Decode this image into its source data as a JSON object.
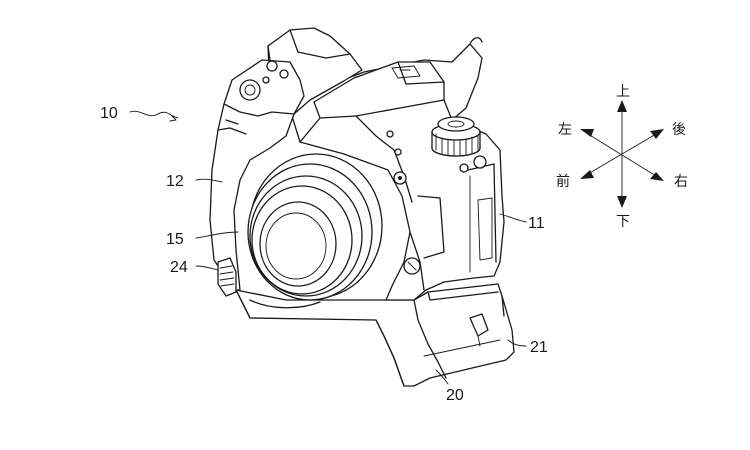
{
  "reference_numerals": {
    "assembly": "10",
    "camera_body": "11",
    "grip": "12",
    "lens": "15",
    "battery_grip": "20",
    "grip_part": "21",
    "dial": "24"
  },
  "direction_labels": {
    "up": "上",
    "down": "下",
    "left": "左",
    "right": "右",
    "front": "前",
    "back": "後"
  },
  "colors": {
    "line": "#1a1a1a",
    "background": "#ffffff"
  }
}
